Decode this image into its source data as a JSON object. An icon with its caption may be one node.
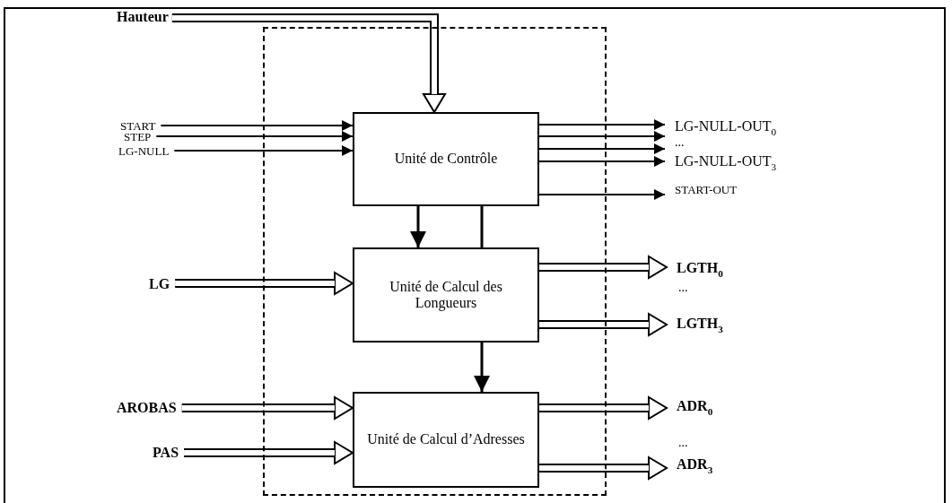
{
  "diagram": {
    "nodes": [
      {
        "text": [],
        "shape": "box"
      },
      {
        "text": [
          "Unité de Contrôle"
        ],
        "in": 0
      },
      {
        "text": [
          "Unité de Calcul des Longueurs"
        ],
        "in": 0
      },
      {
        "text": [
          "Unité de Calcul d’Adresses"
        ],
        "in": 0
      },
      {
        "text": [
          "Hauteur"
        ]
      },
      {
        "text": [
          "START"
        ]
      },
      {
        "text": [
          "STEP"
        ]
      },
      {
        "text": [
          "LG-NULL"
        ]
      },
      {
        "text": [
          "LG"
        ]
      },
      {
        "text": [
          "AROBAS"
        ]
      },
      {
        "text": [
          "PAS"
        ]
      },
      {
        "text": [
          "LG-NULL-OUT$_{0}$"
        ]
      },
      {
        "text": [
          "..."
        ]
      },
      {
        "text": [
          "LG-NULL-OUT$_{3}$"
        ]
      },
      {
        "text": [
          "START-OUT"
        ]
      },
      {
        "text": [
          "LGTH$_{0}$"
        ]
      },
      {
        "text": [
          "LGTH$_{3}$"
        ]
      },
      {
        "text": [
          "ADR$_{0}$"
        ]
      },
      {
        "text": [
          "ADR$_{3}$"
        ]
      }
    ],
    "edges": [
      {
        "from": 4,
        "to": 1,
        "arrow": "to",
        "style": "thick"
      },
      {
        "from": 5,
        "to": 1,
        "arrow": "to"
      },
      {
        "from": 6,
        "to": 1,
        "arrow": "to"
      },
      {
        "from": 7,
        "to": 1,
        "arrow": "to"
      },
      {
        "from": 1,
        "to": 11,
        "arrow": "to"
      },
      {
        "from": 1,
        "to": 12,
        "arrow": "to"
      },
      {
        "from": 1,
        "to": 12,
        "arrow": "to"
      },
      {
        "from": 1,
        "to": 13,
        "arrow": "to"
      },
      {
        "from": 1,
        "to": 14,
        "arrow": "to"
      },
      {
        "from": 1,
        "to": 2,
        "arrow": "to"
      },
      {
        "from": 1,
        "to": 2,
        "arrow": "none"
      },
      {
        "from": 8,
        "to": 2,
        "arrow": "to",
        "style": "thick"
      },
      {
        "from": 2,
        "to": 15,
        "arrow": "to",
        "style": "thick"
      },
      {
        "from": 2,
        "to": 16,
        "arrow": "to",
        "style": "thick"
      },
      {
        "from": 2,
        "to": 3,
        "arrow": "to"
      },
      {
        "from": 9,
        "to": 3,
        "arrow": "to",
        "style": "thick"
      },
      {
        "from": 10,
        "to": 3,
        "arrow": "to",
        "style": "thick"
      },
      {
        "from": 3,
        "to": 17,
        "arrow": "to",
        "style": "thick"
      },
      {
        "from": 3,
        "to": 18,
        "arrow": "to",
        "style": "thick"
      }
    ],
    "labels": [
      "...",
      "..."
    ]
  }
}
